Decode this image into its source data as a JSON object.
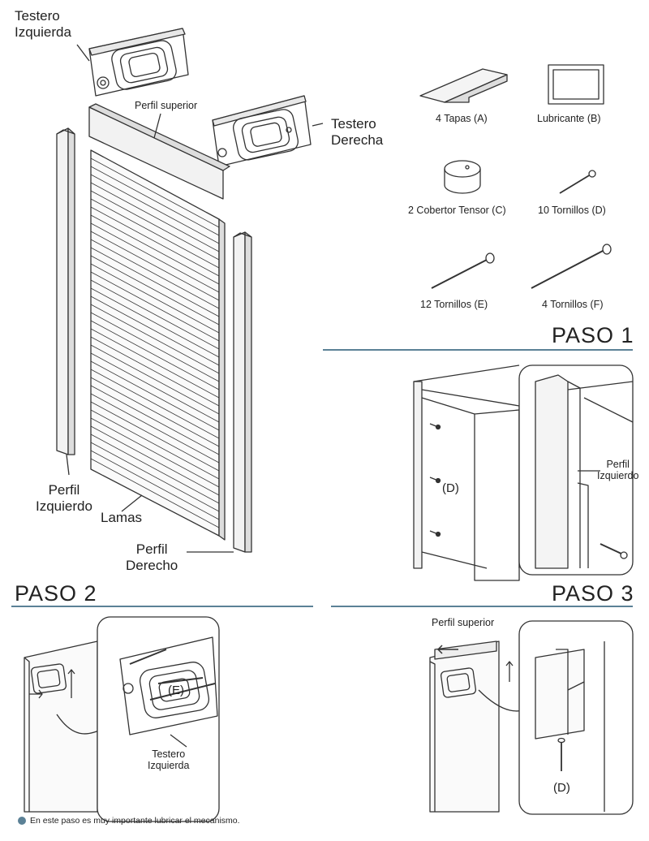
{
  "parts": {
    "testero_izq": "Testero\nIzquierda",
    "testero_der": "Testero\nDerecha",
    "perfil_superior": "Perfil superior",
    "perfil_izquierdo": "Perfil\nIzquierdo",
    "lamas": "Lamas",
    "perfil_derecho": "Perfil\nDerecho"
  },
  "kit": {
    "tapas": "4 Tapas (A)",
    "lubricante": "Lubricante (B)",
    "cobertor": "2 Cobertor Tensor (C)",
    "tornillos_d": "10 Tornillos (D)",
    "tornillos_e": "12 Tornillos (E)",
    "tornillos_f": "4 Tornillos (F)"
  },
  "paso1": {
    "title": "PASO 1",
    "screw_label": "(D)",
    "perfil_label": "Perfil\nIzquierdo"
  },
  "paso2": {
    "title": "PASO 2",
    "screw_label": "(E)",
    "testero_label": "Testero\nIzquierda"
  },
  "paso3": {
    "title": "PASO 3",
    "perfil_label": "Perfil superior",
    "screw_label": "(D)"
  },
  "footnote": "En este paso es muy importante lubricar el mecanismo.",
  "colors": {
    "accent_rule": "#5b8196",
    "line": "#333333"
  }
}
